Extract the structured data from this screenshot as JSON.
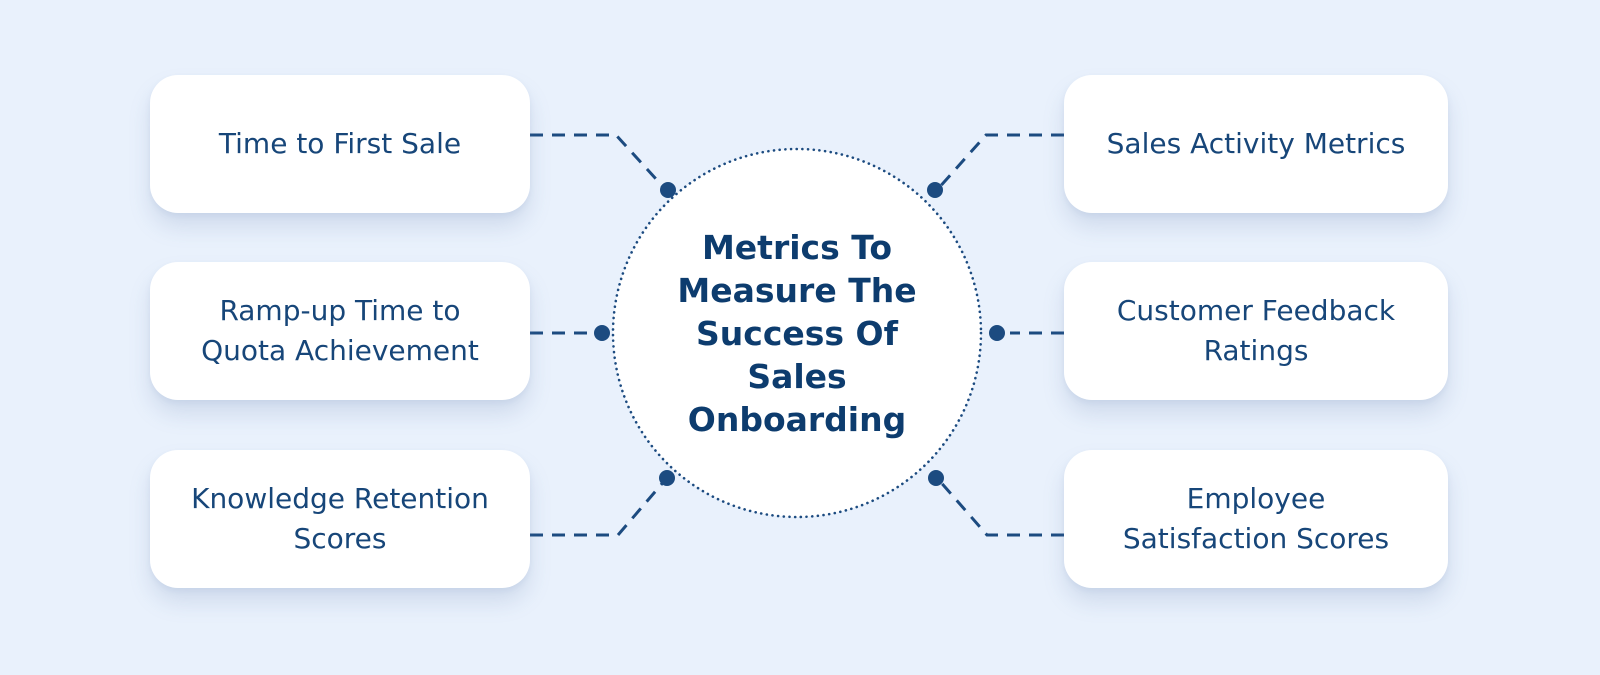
{
  "colors": {
    "background": "#E9F1FC",
    "card": "#FFFFFF",
    "navy_text": "#174679",
    "title_navy": "#0D3C6E",
    "line": "#1C4B80"
  },
  "diagram": {
    "center": {
      "title": "Metrics To\nMeasure The\nSuccess Of\nSales\nOnboarding"
    },
    "left_items": [
      {
        "label": "Time to First Sale"
      },
      {
        "label": "Ramp-up Time to\nQuota Achievement"
      },
      {
        "label": "Knowledge Retention\nScores"
      }
    ],
    "right_items": [
      {
        "label": "Sales Activity Metrics"
      },
      {
        "label": "Customer Feedback\nRatings"
      },
      {
        "label": "Employee\nSatisfaction Scores"
      }
    ]
  }
}
